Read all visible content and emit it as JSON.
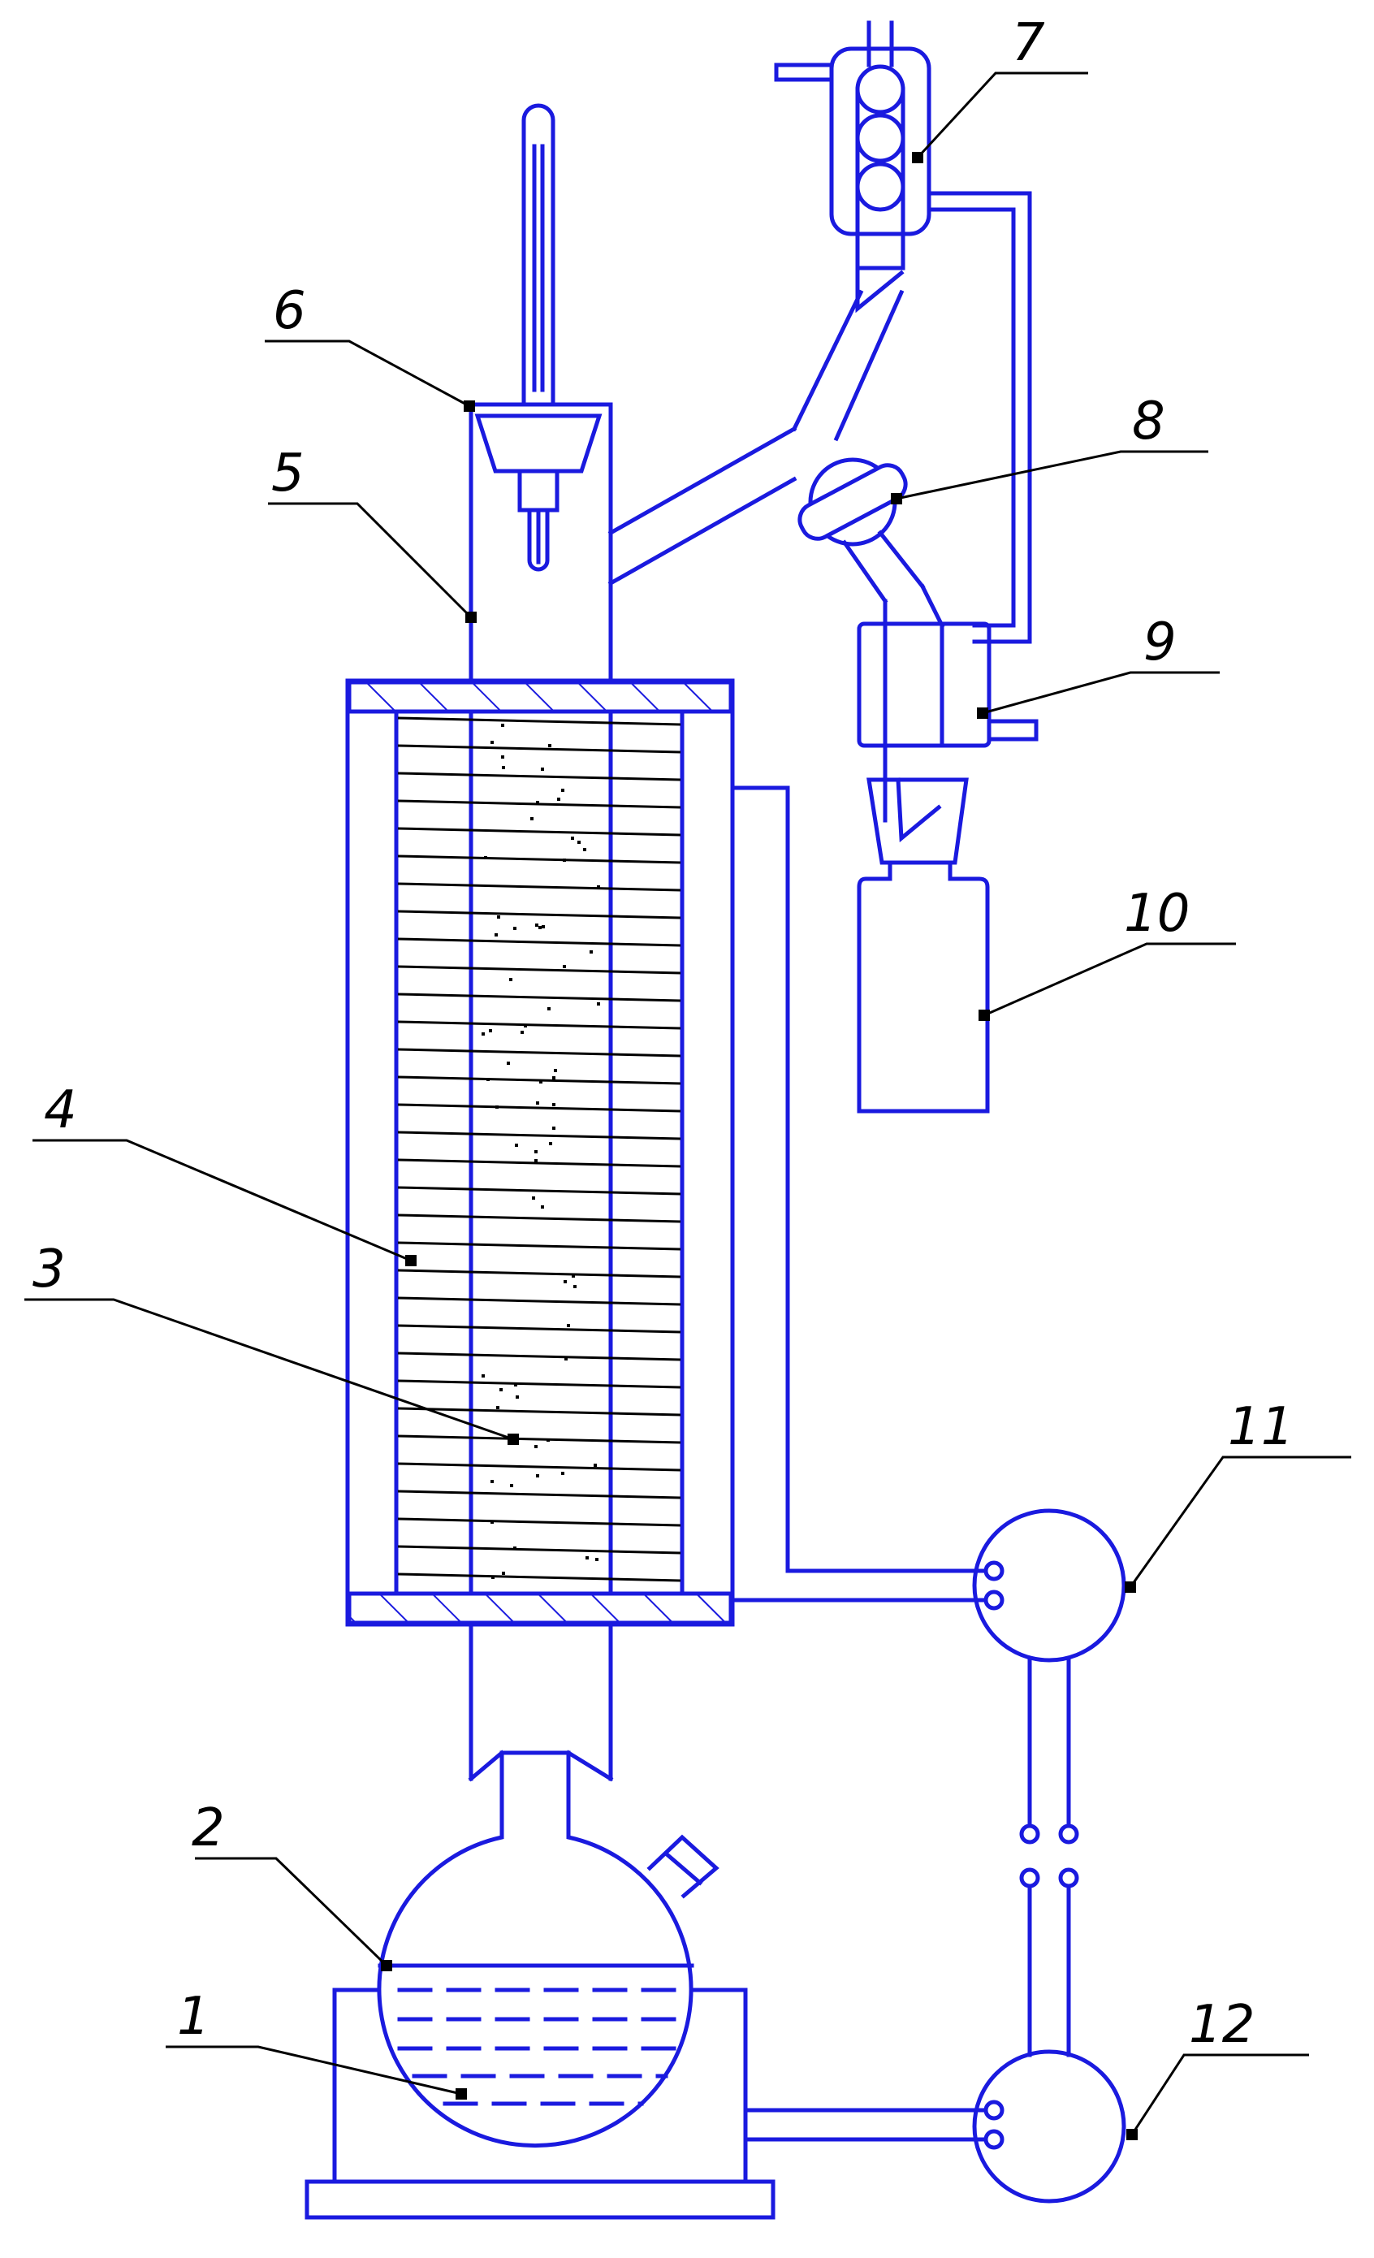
{
  "colors": {
    "apparatus": "#1a1adf",
    "leader": "#000000",
    "background": "#ffffff"
  },
  "labels": [
    "1",
    "2",
    "3",
    "4",
    "5",
    "6",
    "7",
    "8",
    "9",
    "10",
    "11",
    "12"
  ]
}
